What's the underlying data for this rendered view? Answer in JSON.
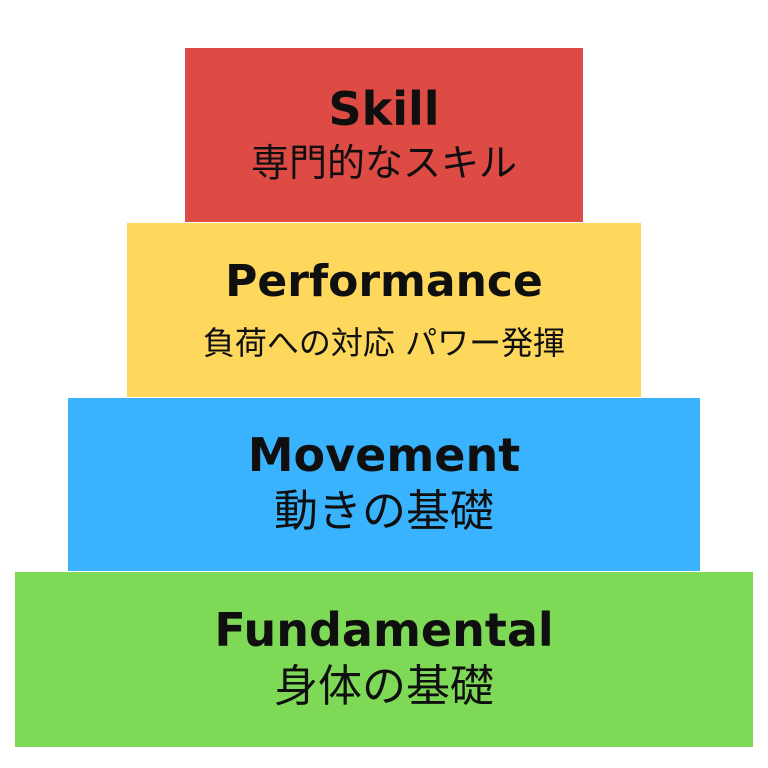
{
  "pyramid": {
    "tiers": [
      {
        "title": "Skill",
        "subtitle": "専門的なスキル",
        "color": "#de4a44"
      },
      {
        "title": "Performance",
        "subtitle": "負荷への対応 パワー発揮",
        "color": "#fed85c"
      },
      {
        "title": "Movement",
        "subtitle": "動きの基礎",
        "color": "#3ab3fe"
      },
      {
        "title": "Fundamental",
        "subtitle": "身体の基礎",
        "color": "#7ed957"
      }
    ]
  }
}
